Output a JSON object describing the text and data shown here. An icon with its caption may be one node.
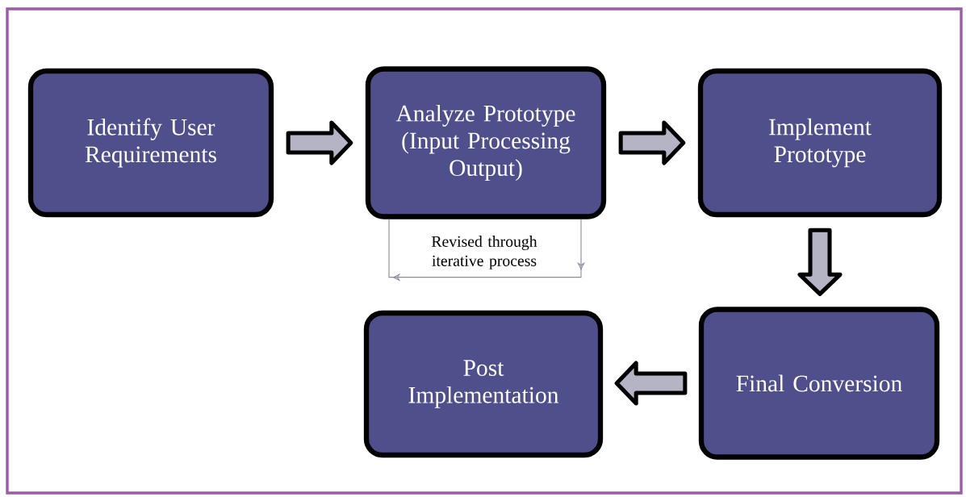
{
  "diagram": {
    "nodes": [
      {
        "text": [
          "Identify User Requirements"
        ]
      },
      {
        "text": [
          "Analyze Prototype (Input Processing Output)"
        ]
      },
      {
        "text": [
          "Implement Prototype"
        ]
      },
      {
        "text": [
          "Final Conversion"
        ]
      },
      {
        "text": [
          "Post Implementation"
        ]
      }
    ],
    "edges": [
      {
        "from": 0,
        "to": 1,
        "arrow": "to",
        "style": "thick"
      },
      {
        "from": 1,
        "to": 2,
        "arrow": "to",
        "style": "thick"
      },
      {
        "from": 2,
        "to": 3,
        "arrow": "to",
        "style": "thick"
      },
      {
        "from": 3,
        "to": 4,
        "arrow": "to",
        "style": "thick"
      },
      {
        "from": 1,
        "to": 1,
        "arrow": "to",
        "label": "Revised through iterative process"
      }
    ]
  }
}
